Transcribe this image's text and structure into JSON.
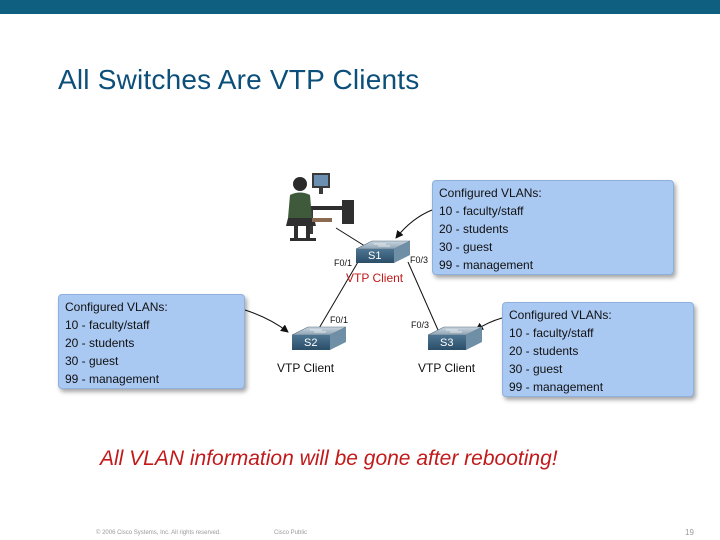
{
  "slide": {
    "title": "All Switches Are VTP Clients",
    "note": "All VLAN information will be gone after rebooting!",
    "copyright": "© 2006 Cisco Systems, Inc. All rights reserved.",
    "classification": "Cisco Public",
    "page_number": "19"
  },
  "switches": {
    "s1": {
      "name": "S1",
      "role": "VTP Client",
      "ports": [
        "F0/1",
        "F0/3"
      ]
    },
    "s2": {
      "name": "S2",
      "role": "VTP Client",
      "ports": [
        "F0/1"
      ]
    },
    "s3": {
      "name": "S3",
      "role": "VTP Client",
      "ports": [
        "F0/3"
      ]
    }
  },
  "vlan_boxes": {
    "s1": {
      "header": "Configured VLANs:",
      "items": [
        "10 - faculty/staff",
        "20 - students",
        "30 - guest",
        "99 - management"
      ]
    },
    "s2": {
      "header": "Configured VLANs:",
      "items": [
        "10 - faculty/staff",
        "20 - students",
        "30 - guest",
        "99 - management"
      ]
    },
    "s3": {
      "header": "Configured VLANs:",
      "items": [
        "10 - faculty/staff",
        "20 - students",
        "30 - guest",
        "99 - management"
      ]
    }
  },
  "colors": {
    "title": "#0b4f7a",
    "accent_red": "#c21a1a",
    "vlan_box": "#a9c8f2",
    "top_bar": "#0f5f80"
  },
  "icons": [
    "workstation-user-icon",
    "switch-icon"
  ]
}
